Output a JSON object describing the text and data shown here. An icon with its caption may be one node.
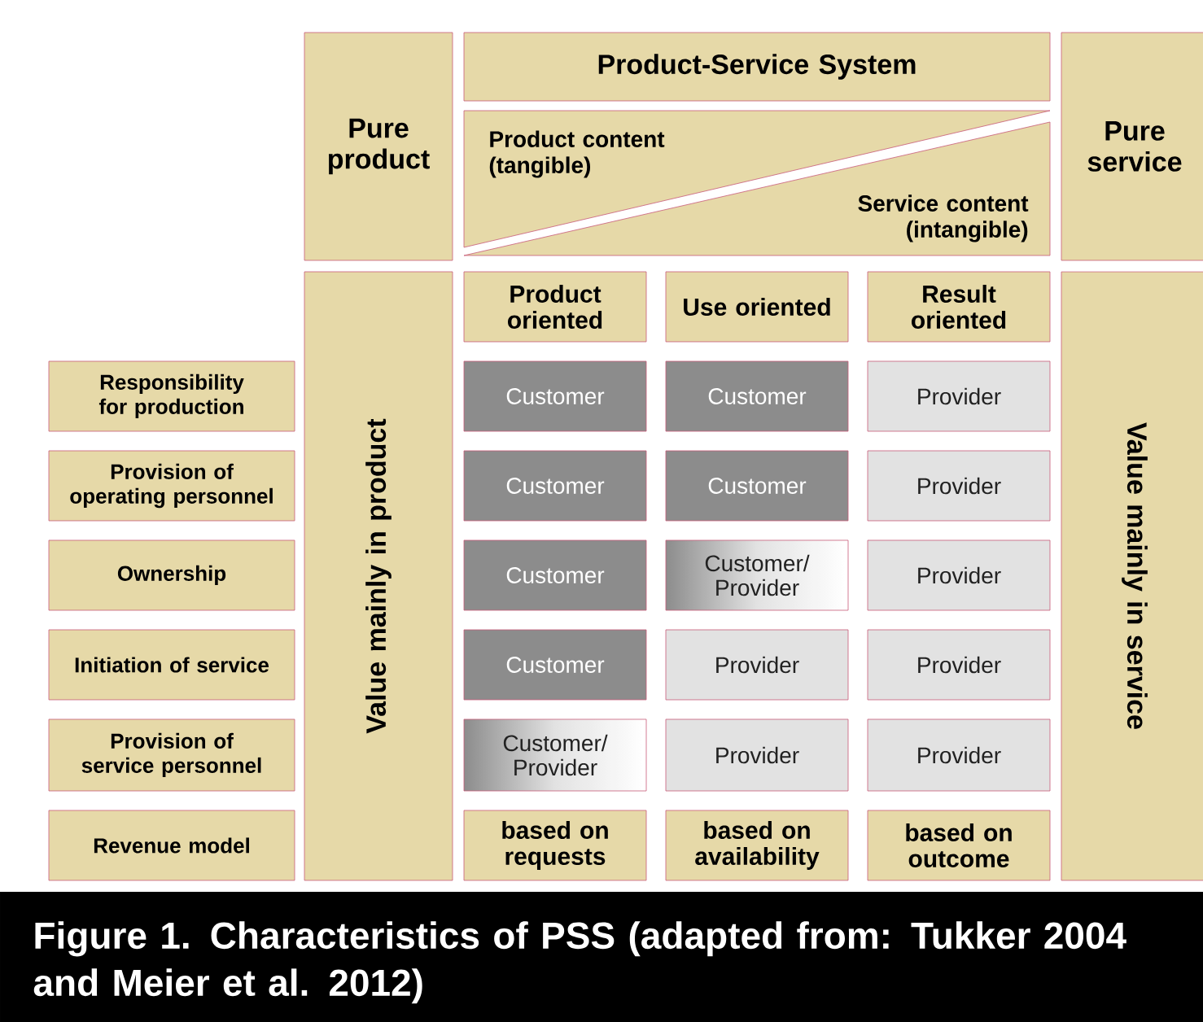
{
  "diagram": {
    "caption": "Figure 1. Characteristics of PSS (adapted from: Tukker 2004 and Meier et al. 2012)",
    "nodes": [
      {
        "text": [
          "Pure product"
        ]
      },
      {
        "text": [
          "Product-Service System"
        ]
      },
      {
        "text": [
          "Product content (tangible)"
        ]
      },
      {
        "text": [
          "Service content (intangible)"
        ]
      },
      {
        "text": [
          "Pure service"
        ]
      },
      {
        "text": [
          "Value mainly in product"
        ]
      },
      {
        "text": [
          "Product oriented"
        ]
      },
      {
        "text": [
          "Use oriented"
        ]
      },
      {
        "text": [
          "Result oriented"
        ]
      },
      {
        "text": [
          "Value mainly in service"
        ]
      },
      {
        "text": [
          "Responsibility for production"
        ]
      },
      {
        "text": [
          "Customer"
        ]
      },
      {
        "text": [
          "Customer"
        ]
      },
      {
        "text": [
          "Provider"
        ]
      },
      {
        "text": [
          "Provision of operating personnel"
        ]
      },
      {
        "text": [
          "Customer"
        ]
      },
      {
        "text": [
          "Customer"
        ]
      },
      {
        "text": [
          "Provider"
        ]
      },
      {
        "text": [
          "Ownership"
        ]
      },
      {
        "text": [
          "Customer"
        ]
      },
      {
        "text": [
          "Customer/ Provider"
        ]
      },
      {
        "text": [
          "Provider"
        ]
      },
      {
        "text": [
          "Initiation of service"
        ]
      },
      {
        "text": [
          "Customer"
        ]
      },
      {
        "text": [
          "Provider"
        ]
      },
      {
        "text": [
          "Provider"
        ]
      },
      {
        "text": [
          "Provision of service personnel"
        ]
      },
      {
        "text": [
          "Customer/ Provider"
        ]
      },
      {
        "text": [
          "Provider"
        ]
      },
      {
        "text": [
          "Provider"
        ]
      },
      {
        "text": [
          "Revenue model"
        ]
      },
      {
        "text": [
          "based on requests"
        ]
      },
      {
        "text": [
          "based on availability"
        ]
      },
      {
        "text": [
          "based on outcome"
        ]
      }
    ]
  }
}
